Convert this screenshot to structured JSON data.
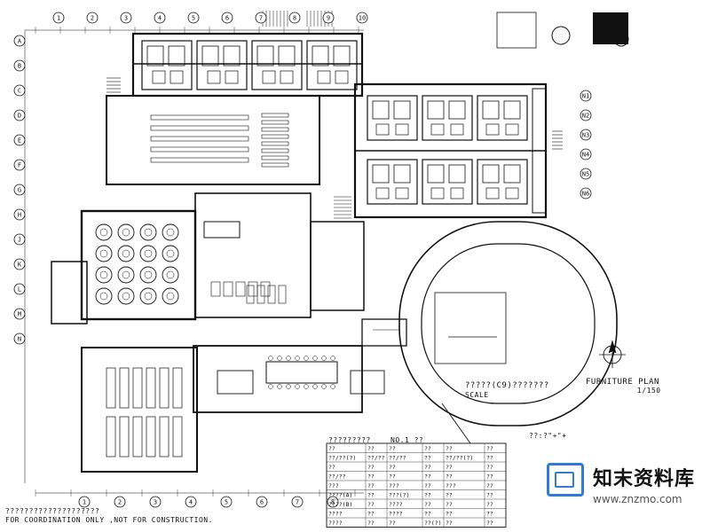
{
  "title_block": {
    "drawing_title": "?????(C9)???????",
    "scale_label": "SCALE",
    "furniture_plan": "FURNITURE PLAN",
    "ratio": "1/150",
    "legend_header": "?????????",
    "legend_no": "NO.1 ??",
    "side_code": "??:?\"+\"+",
    "footer_question": "????????????????????",
    "footer_notice": "FOR COORDINATION ONLY ,NOT FOR CONSTRUCTION."
  },
  "grid": {
    "top": [
      "1",
      "2",
      "3",
      "4",
      "5",
      "6",
      "7",
      "8",
      "9",
      "10"
    ],
    "left": [
      "A",
      "B",
      "C",
      "D",
      "E",
      "F",
      "G",
      "H",
      "J",
      "K",
      "L",
      "M",
      "N"
    ],
    "right": [
      "N1",
      "N2",
      "N3",
      "N4",
      "N5",
      "N6"
    ],
    "bottom": [
      "1",
      "2",
      "3",
      "4",
      "5",
      "6",
      "7",
      "8"
    ]
  },
  "legend_rows": [
    [
      "??",
      "??",
      "??",
      "??",
      "??",
      "??"
    ],
    [
      "??/??(?)",
      "??/??",
      "??/??",
      "??",
      "??/??(?)",
      "??"
    ],
    [
      "??",
      "??",
      "??",
      "??",
      "??",
      "??"
    ],
    [
      "??/??",
      "??",
      "??",
      "??",
      "??",
      "??"
    ],
    [
      "???",
      "??",
      "???",
      "??",
      "???",
      "??"
    ],
    [
      "????(A)",
      "??",
      "???(?)",
      "??",
      "??",
      "??"
    ],
    [
      "????(B)",
      "??",
      "????",
      "??",
      "??",
      "??"
    ],
    [
      "????",
      "??",
      "????",
      "??",
      "??",
      "??"
    ],
    [
      "????",
      "??",
      "??",
      "??(?)",
      "??",
      "??"
    ]
  ],
  "watermark": {
    "brand": "知末资料库",
    "url": "www.znzmo.com",
    "accent": "#2f7bd6"
  }
}
